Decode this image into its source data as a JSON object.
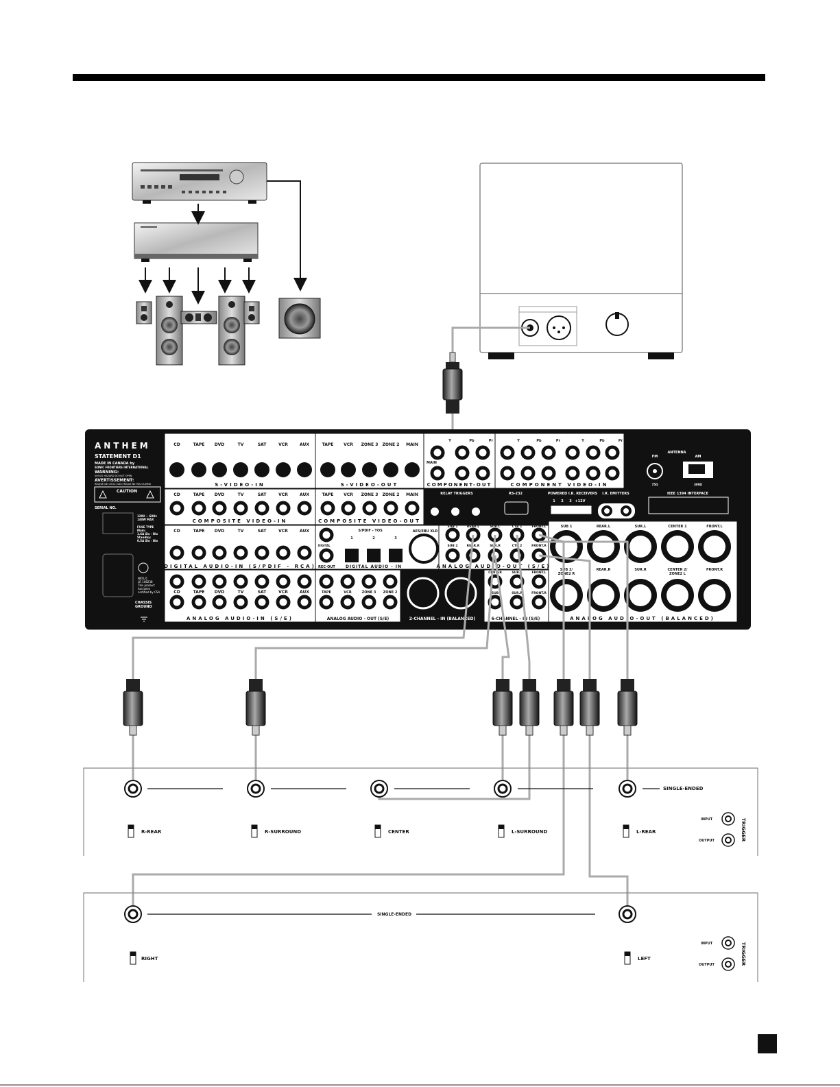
{
  "receiver": {
    "brand": "ANTHEM",
    "model": "STATEMENT D1",
    "made_in": "MADE IN CANADA by",
    "maker": "SONIC FRONTIERS INTERNATIONAL",
    "warning": "WARNING:",
    "warning_text": "SHOCK HAZARD DO NOT OPEN",
    "avertissement": "AVERTISSEMENT:",
    "avertissement_text": "RISQUE DE CHOC ELECTRIQUE NE PAS OUVRIR",
    "caution": "CAUTION",
    "serial": "SERIAL NO.",
    "power_rating": "120V ~ 60Hz\n140W MAX",
    "fuse": "FUSE TYPE\nMain:\n1.6A Slo - Blo\nStandby:\n0.5A Slo - Blo",
    "csa": "NRTL/C\nLR 108238\nThis product\nhas been\ncertified by CSA",
    "chassis_ground": "CHASSIS\nGROUND",
    "input_sources": [
      "CD",
      "TAPE",
      "DVD",
      "TV",
      "SAT",
      "VCR",
      "AUX"
    ],
    "svideo_in": "S-VIDEO-IN",
    "composite_in": "COMPOSITE VIDEO-IN",
    "digital_in": "DIGITAL AUDIO-IN (S/PDIF - RCA)",
    "analog_in": "ANALOG AUDIO-IN (S/E)",
    "output_zones": [
      "TAPE",
      "VCR",
      "ZONE 3",
      "ZONE 2",
      "MAIN"
    ],
    "svideo_out": "S-VIDEO-OUT",
    "composite_out": "COMPOSITE VIDEO-OUT",
    "component_out": "COMPONENT-OUT",
    "component_in": "COMPONENT VIDEO-IN",
    "ypbpr": [
      "Y",
      "Pb",
      "Pr"
    ],
    "main": "MAIN",
    "relay_triggers": "RELAY TRIGGERS",
    "rs232": "RS-232",
    "powered_ir": "POWERED I.R. RECEIVERS",
    "ir_pins": [
      "1",
      "2",
      "3",
      "+12V"
    ],
    "ir_emitters": "I.R. EMITTERS",
    "antenna": "ANTENNA",
    "fm": "FM",
    "am": "AM",
    "fm_ohm": "75Ω",
    "am_ohm": "300Ω",
    "ieee": "IEEE 1394 INTERFACE",
    "spdif_tos": "S/PDIF - TOS",
    "tos_nums": [
      "1",
      "2",
      "3"
    ],
    "aes_ebu": "AES/EBU XLR",
    "digital": "DIGITAL",
    "rec_out": "REC-OUT",
    "digital_audio_in": "DIGITAL AUDIO - IN",
    "analog_audio_out": "ANALOG AUDIO-OUT (S/E)",
    "ao_top": [
      "SUB 1",
      "REAR.L",
      "SUR.L",
      "CTR 1",
      "FRONT.L"
    ],
    "ao_bot": [
      "SUB 2",
      "REAR.R",
      "SUR.R",
      "CTR 2",
      "FRONT.R"
    ],
    "ao_zones": [
      "TAPE",
      "VCR",
      "ZONE 3",
      "ZONE 2"
    ],
    "analog_out_se2": "ANALOG AUDIO - OUT (S/E)",
    "two_channel": "2-CHANNEL - IN (BALANCED)",
    "six_channel": "6-CHANNEL - IN (S/E)",
    "six_ch_labels": [
      "CENTER",
      "SUR.L",
      "FRONT.L",
      "SUB",
      "SUR.R",
      "FRONT.R"
    ],
    "bal_top": [
      "SUB 1",
      "REAR.L",
      "SUR.L",
      "CENTER 1",
      "FRONT.L"
    ],
    "bal_bot": [
      "SUB 2/\nZONE2 R",
      "REAR.R",
      "SUR.R",
      "CENTER 2/\nZONE2 L",
      "FRONT.R"
    ],
    "analog_out_bal": "ANALOG AUDIO-OUT (BALANCED)"
  },
  "amp1": {
    "channels": [
      "R-REAR",
      "R-SURROUND",
      "CENTER",
      "L-SURROUND",
      "L-REAR"
    ],
    "mode": "SINGLE-ENDED",
    "input": "INPUT",
    "output": "OUTPUT",
    "trigger": "TRIGGER"
  },
  "amp2": {
    "channels": [
      "RIGHT",
      "LEFT"
    ],
    "mode": "SINGLE-ENDED",
    "input": "INPUT",
    "output": "OUTPUT",
    "trigger": "TRIGGER"
  }
}
